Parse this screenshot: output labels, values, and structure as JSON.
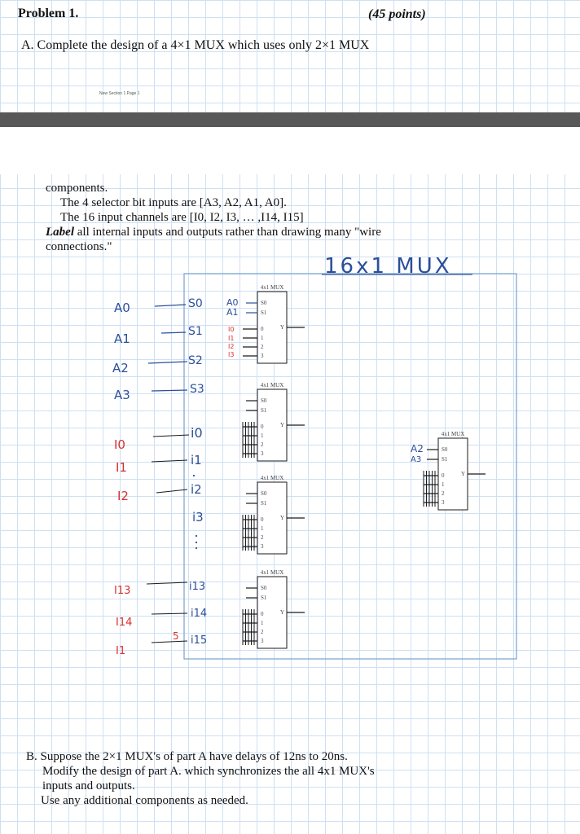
{
  "header": {
    "problem_title": "Problem 1.",
    "points": "(45 points)",
    "part_a_prompt": "A.   Complete the design of a 4×1 MUX which uses only 2×1 MUX",
    "page_footer": "New Section 1 Page 1"
  },
  "components_text": {
    "line1": "components.",
    "line2": "The 4 selector bit inputs are [A3, A2, A1, A0].",
    "line3": "The 16 input channels are [I0, I2, I3, … ,I14, I15]",
    "line4_bold": "Label",
    "line4_rest": " all internal inputs and outputs rather than drawing many \"wire",
    "line5": "connections.\""
  },
  "diagram": {
    "handwritten_title": "16x1 MUX",
    "selector_inputs": [
      "A0",
      "A1",
      "A2",
      "A3"
    ],
    "selector_labels": [
      "S0",
      "S1",
      "S2",
      "S3"
    ],
    "data_inputs": [
      "I0",
      "I1",
      "I2",
      "I13",
      "I14",
      "I1"
    ],
    "internal_inputs": [
      "i0",
      "i1",
      "i2",
      "i3",
      "i13",
      "i14",
      "i15"
    ],
    "stray_mark": "5",
    "mux_label": "4x1 MUX",
    "first_mux_selectors": [
      "A0",
      "A1"
    ],
    "first_mux_inputs": [
      "I0",
      "I1",
      "I2",
      "I3"
    ],
    "final_mux_selectors": [
      "A2",
      "A3"
    ],
    "mux_pin_labels": [
      "S0",
      "S1",
      "0",
      "1",
      "2",
      "3",
      "Y"
    ]
  },
  "part_b": {
    "line1": "B.   Suppose the 2×1 MUX's of part A have delays of 12ns to 20ns.",
    "line2": "Modify the design of part A. which synchronizes the all 4x1 MUX's",
    "line3": "inputs and outputs.",
    "line4": "Use any additional components as needed."
  },
  "colors": {
    "ink_black": "#1a1a1a",
    "ink_blue": "#2b4f9a",
    "ink_red": "#d8322f",
    "box_border": "#7aa0cc",
    "grid_line": "#cfe0f3",
    "band": "#585858"
  }
}
